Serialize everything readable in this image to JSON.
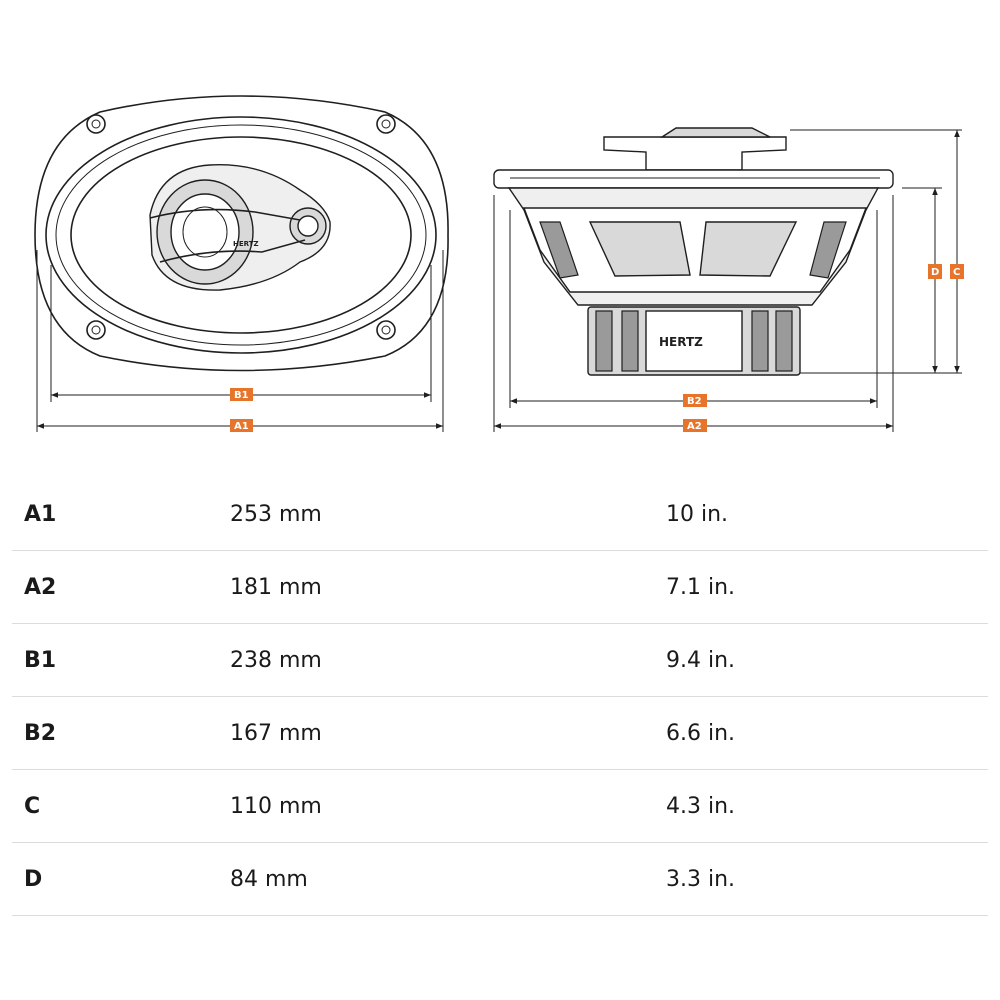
{
  "diagram": {
    "brand": "HERTZ",
    "accent_color": "#e6742a",
    "labels": {
      "A1": "A1",
      "B1": "B1",
      "A2": "A2",
      "B2": "B2",
      "C": "C",
      "D": "D"
    }
  },
  "table": {
    "rows": [
      {
        "label": "A1",
        "mm": "253 mm",
        "in": "10 in."
      },
      {
        "label": "A2",
        "mm": "181 mm",
        "in": "7.1 in."
      },
      {
        "label": "B1",
        "mm": "238 mm",
        "in": "9.4 in."
      },
      {
        "label": "B2",
        "mm": "167 mm",
        "in": "6.6 in."
      },
      {
        "label": "C",
        "mm": "110 mm",
        "in": "4.3 in."
      },
      {
        "label": "D",
        "mm": "84 mm",
        "in": "3.3 in."
      }
    ]
  }
}
